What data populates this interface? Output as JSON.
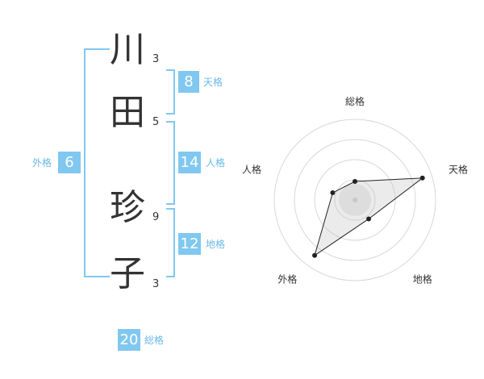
{
  "name": {
    "characters": [
      {
        "char": "川",
        "strokes": "3"
      },
      {
        "char": "田",
        "strokes": "5"
      },
      {
        "char": "珍",
        "strokes": "9"
      },
      {
        "char": "子",
        "strokes": "3"
      }
    ]
  },
  "fortunes": {
    "tenkaku": {
      "value": "8",
      "label": "天格"
    },
    "jinkaku": {
      "value": "14",
      "label": "人格"
    },
    "chikaku": {
      "value": "12",
      "label": "地格"
    },
    "gaikaku": {
      "value": "6",
      "label": "外格"
    },
    "soukaku": {
      "value": "20",
      "label": "総格"
    }
  },
  "colors": {
    "accent": "#80c8f0",
    "label": "#6ab8e6",
    "text": "#333333"
  },
  "chart_data": {
    "type": "radar",
    "axes": [
      "総格",
      "天格",
      "地格",
      "外格",
      "人格"
    ],
    "values": [
      0.23,
      0.88,
      0.29,
      0.85,
      0.29
    ],
    "rings": 4,
    "max": 1
  }
}
